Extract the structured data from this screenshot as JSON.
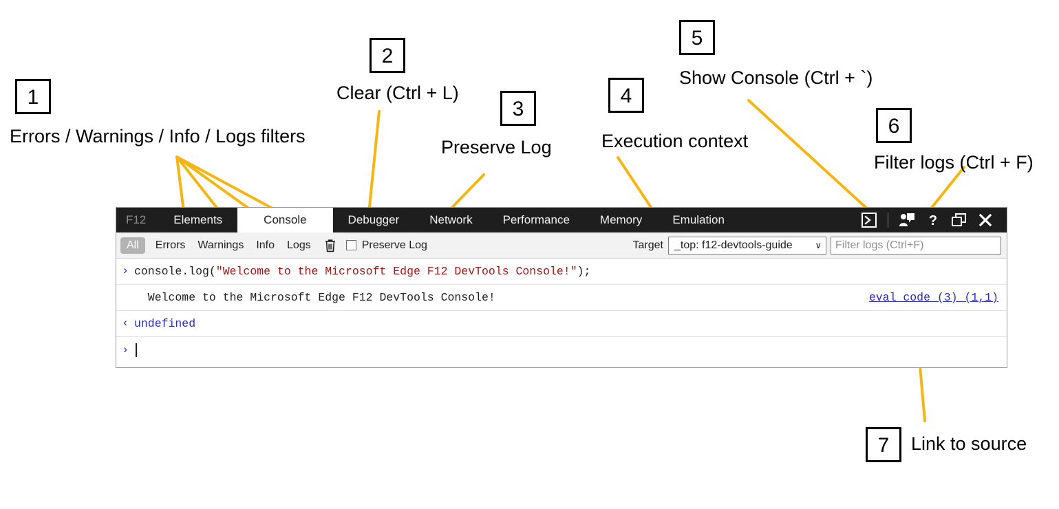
{
  "annotations": [
    {
      "number": "1",
      "label": "Errors / Warnings / Info / Logs filters"
    },
    {
      "number": "2",
      "label": "Clear (Ctrl + L)"
    },
    {
      "number": "3",
      "label": "Preserve Log"
    },
    {
      "number": "4",
      "label": "Execution context"
    },
    {
      "number": "5",
      "label": "Show Console (Ctrl + `)"
    },
    {
      "number": "6",
      "label": "Filter logs (Ctrl + F)"
    },
    {
      "number": "7",
      "label": "Link to source"
    }
  ],
  "devtools": {
    "tabs": [
      {
        "label": "F12",
        "active": false,
        "brand": true
      },
      {
        "label": "Elements",
        "active": false,
        "brand": false
      },
      {
        "label": "Console",
        "active": true,
        "brand": false
      },
      {
        "label": "Debugger",
        "active": false,
        "brand": false
      },
      {
        "label": "Network",
        "active": false,
        "brand": false
      },
      {
        "label": "Performance",
        "active": false,
        "brand": false
      },
      {
        "label": "Memory",
        "active": false,
        "brand": false
      },
      {
        "label": "Emulation",
        "active": false,
        "brand": false
      }
    ],
    "tool_icons": [
      {
        "name": "show-console-icon"
      },
      {
        "name": "feedback-icon"
      },
      {
        "name": "help-icon"
      },
      {
        "name": "dock-window-icon"
      },
      {
        "name": "close-icon"
      }
    ],
    "filterbar": {
      "all_label": "All",
      "errors_label": "Errors",
      "warnings_label": "Warnings",
      "info_label": "Info",
      "logs_label": "Logs",
      "clear_icon": "trash-icon",
      "preserve_log_label": "Preserve Log",
      "preserve_log_checked": false,
      "target_label": "Target",
      "target_value": "_top: f12-devtools-guide",
      "target_caret": "∨",
      "filter_placeholder": "Filter logs (Ctrl+F)",
      "filter_value": ""
    },
    "console_rows": [
      {
        "gutter": "›",
        "kind": "input",
        "segments": [
          {
            "text": "console.log(",
            "style": "plain"
          },
          {
            "text": "\"Welcome to the Microsoft Edge F12 DevTools Console!\"",
            "style": "string"
          },
          {
            "text": ");",
            "style": "plain"
          }
        ],
        "source": ""
      },
      {
        "gutter": "",
        "kind": "output",
        "segments": [
          {
            "text": "  Welcome to the Microsoft Edge F12 DevTools Console!",
            "style": "plain"
          }
        ],
        "source": "eval code (3) (1,1)"
      },
      {
        "gutter": "‹",
        "kind": "result",
        "segments": [
          {
            "text": "undefined",
            "style": "blue"
          }
        ],
        "source": ""
      },
      {
        "gutter": "›",
        "kind": "prompt",
        "segments": [],
        "source": ""
      }
    ]
  },
  "colors": {
    "leader": "#F5B512",
    "tabstrip_bg": "#1E1E1E",
    "filterbar_bg": "#F2F2F2",
    "pill_bg": "#B3B3B3",
    "string_token": "#A31515",
    "link": "#2B2BBB"
  }
}
